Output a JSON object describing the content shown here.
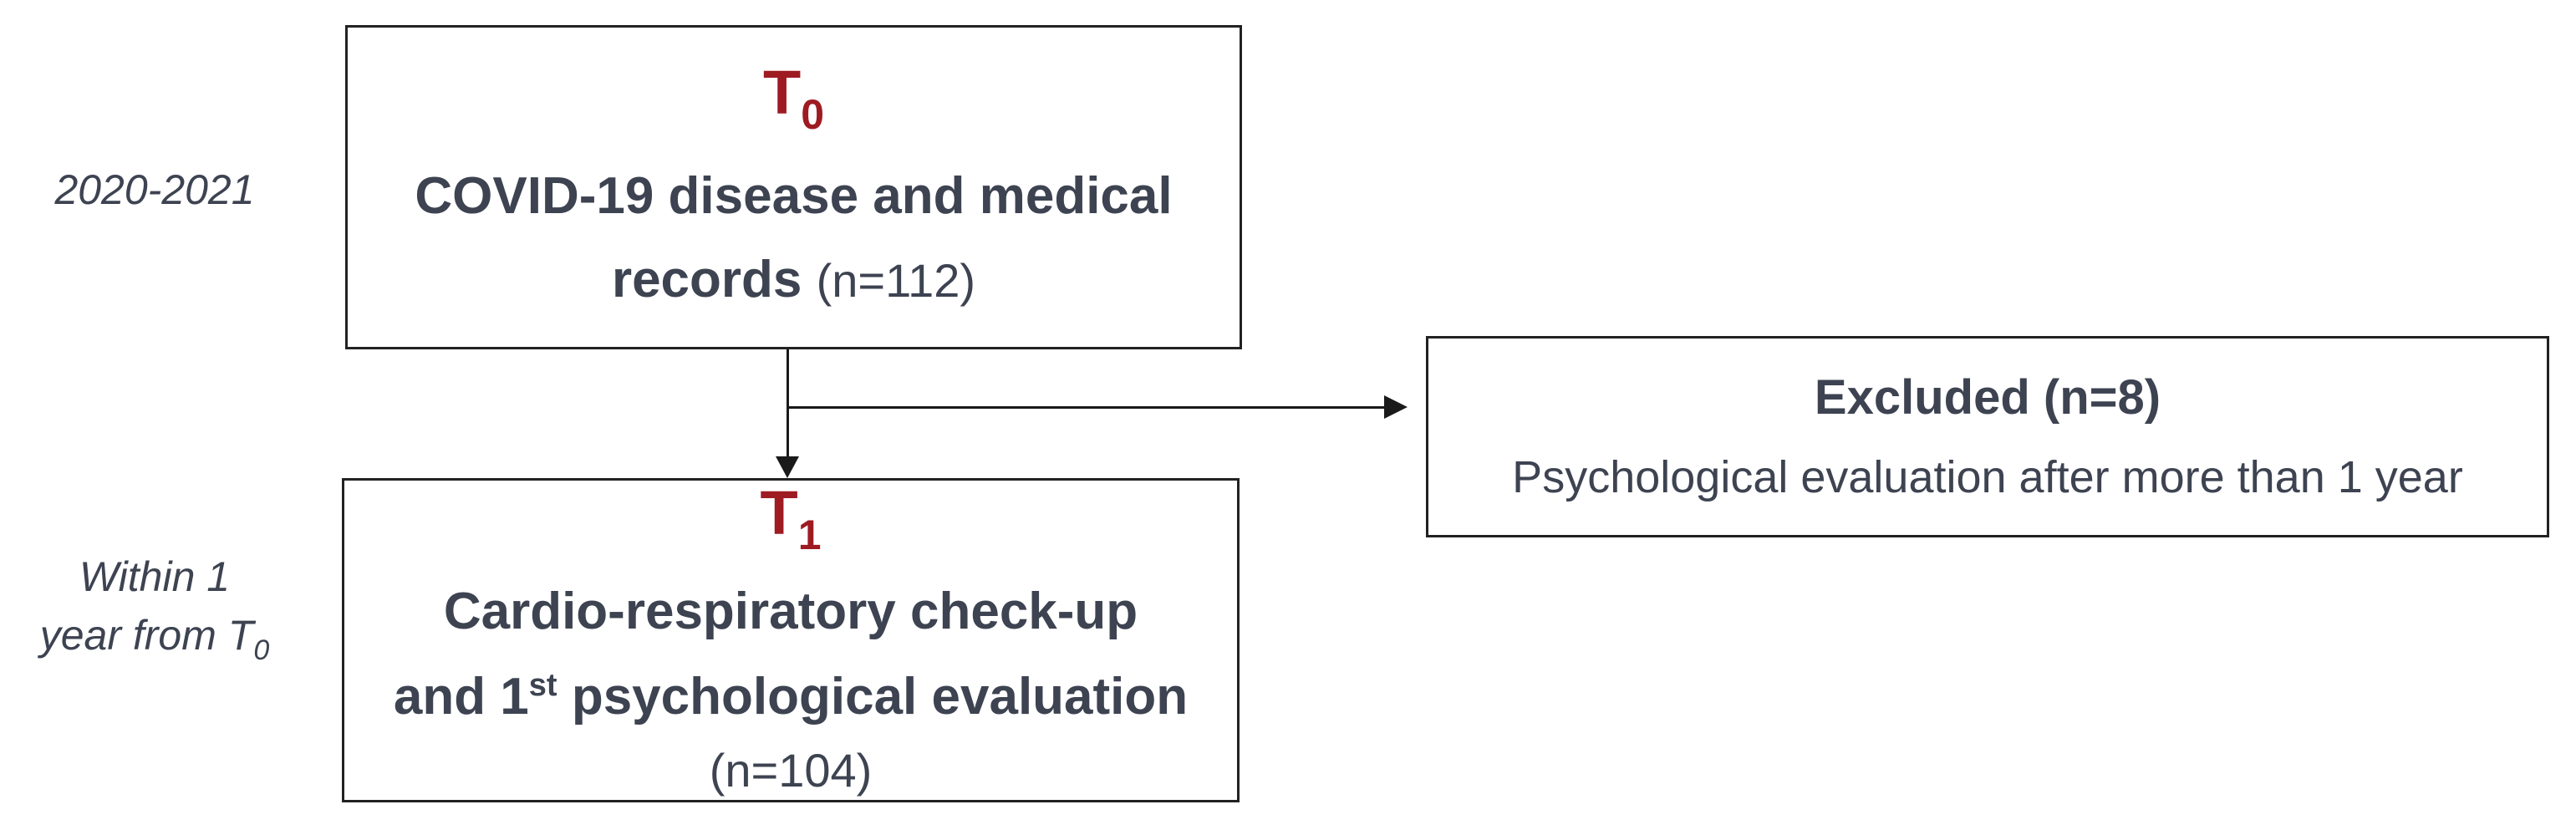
{
  "labels": {
    "period_t0": "2020-2021",
    "period_t1_line1": "Within 1",
    "period_t1_line2_text": "year from T",
    "period_t1_line2_sub": "0"
  },
  "t0_box": {
    "marker": "T",
    "marker_sub": "0",
    "line1": "COVID-19 disease and medical",
    "line2_bold": "records",
    "line2_normal": "(n=112)"
  },
  "t1_box": {
    "marker": "T",
    "marker_sub": "1",
    "line1": "Cardio-respiratory check-up",
    "line2_pre": "and 1",
    "line2_sup": "st",
    "line2_post": "psychological evaluation",
    "line3": "(n=104)"
  },
  "excluded_box": {
    "title": "Excluded (n=8)",
    "description": "Psychological evaluation after more than 1 year"
  },
  "counts": {
    "t0_n": 112,
    "t1_n": 104,
    "excluded_n": 8
  },
  "colors": {
    "marker_red": "#9e1b22",
    "text_slate": "#3d4351",
    "box_border": "#222222",
    "connector": "#1a1a1a",
    "background": "#ffffff"
  }
}
